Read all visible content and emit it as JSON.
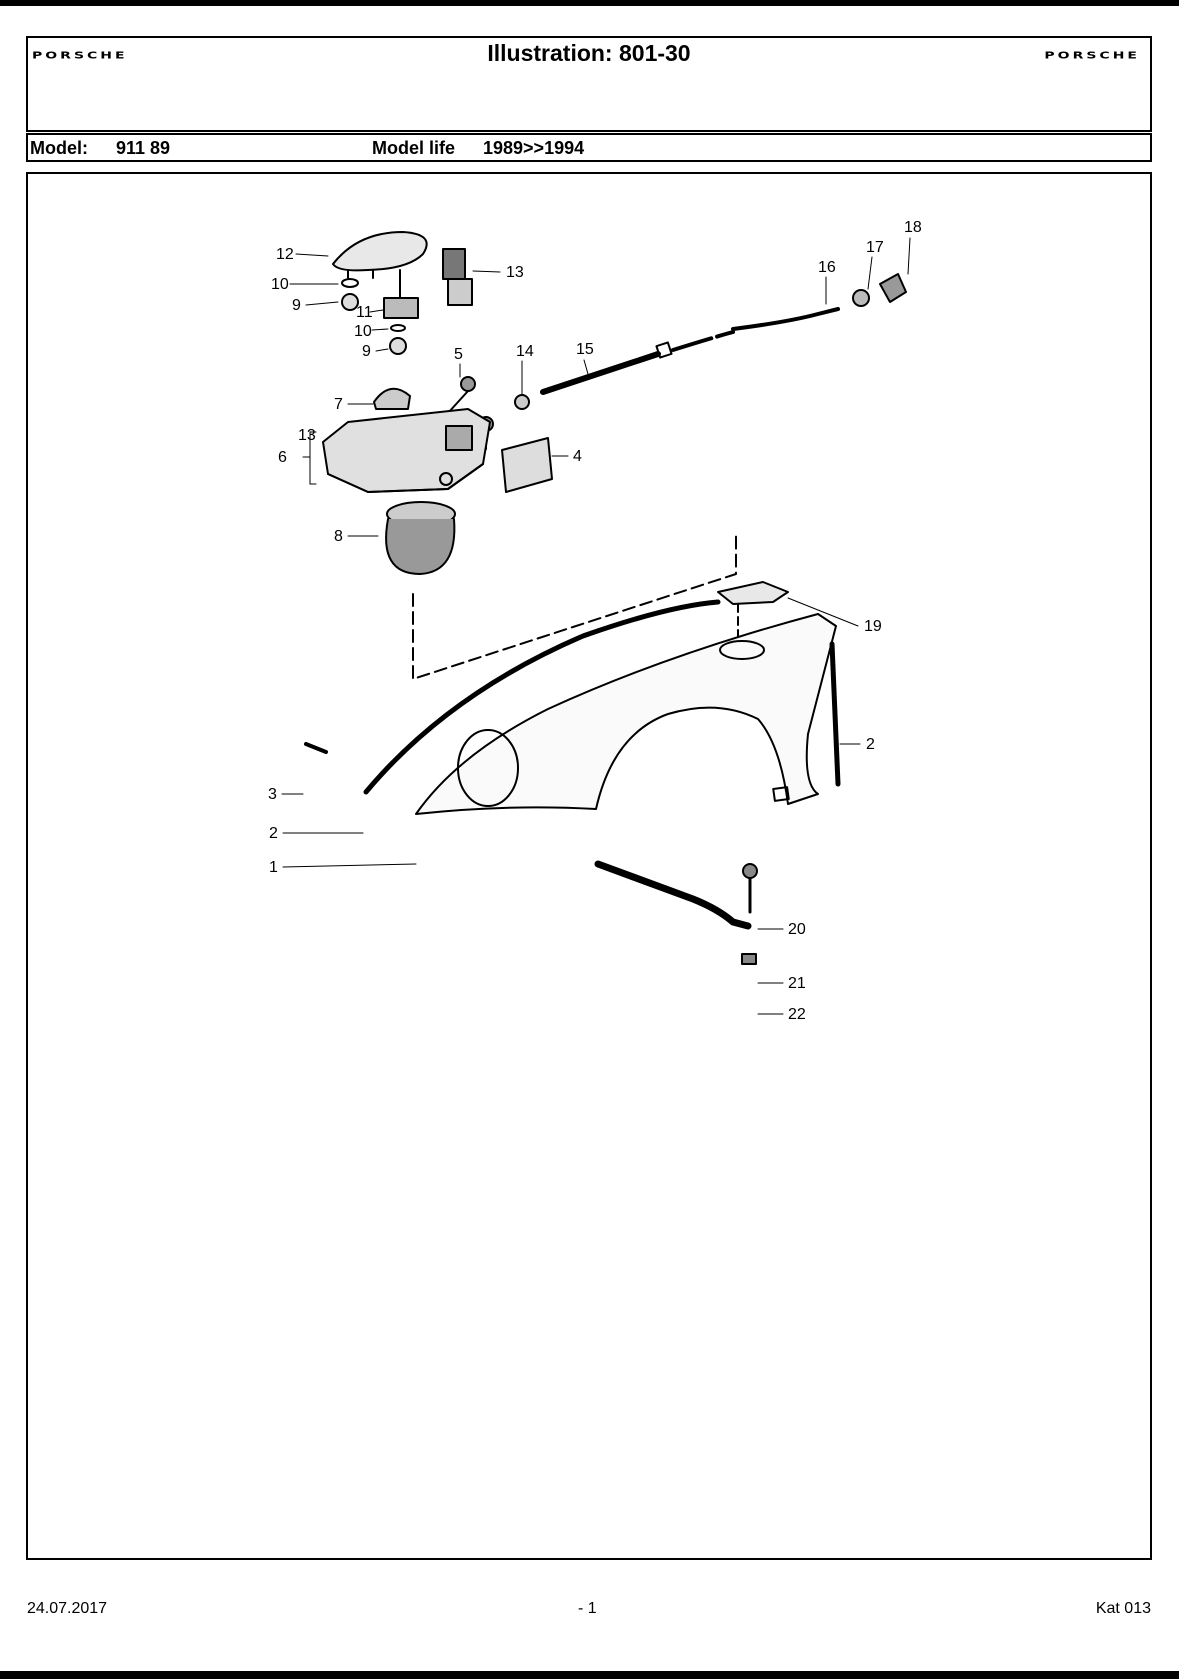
{
  "header": {
    "brand_left": "PORSCHE",
    "brand_right": "PORSCHE",
    "title": "Illustration: 801-30"
  },
  "model_bar": {
    "model_label": "Model:",
    "model_value": "911 89",
    "life_label": "Model life",
    "life_value": "1989>>1994"
  },
  "diagram": {
    "callouts": [
      "1",
      "2",
      "2",
      "3",
      "4",
      "5",
      "6",
      "7",
      "8",
      "9",
      "9",
      "10",
      "10",
      "11",
      "12",
      "13",
      "13",
      "14",
      "15",
      "16",
      "17",
      "18",
      "19",
      "20",
      "21",
      "22"
    ]
  },
  "footer": {
    "date": "24.07.2017",
    "page": "- 1",
    "catalog": "Kat 013"
  }
}
